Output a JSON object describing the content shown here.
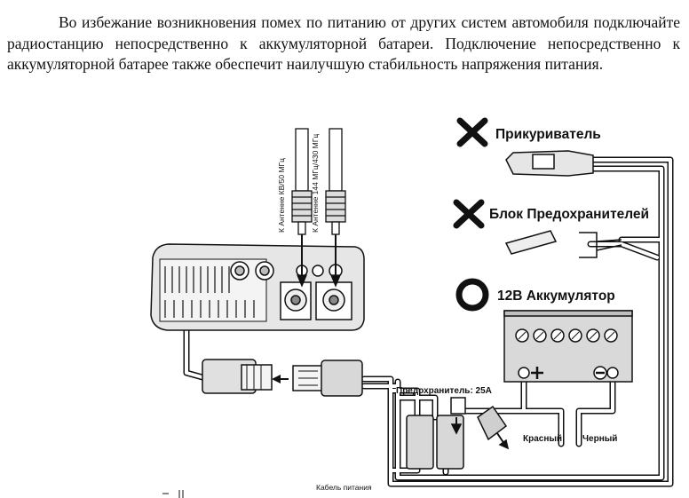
{
  "paragraph": {
    "text": "Во избежание возникновения помех по питанию от других систем автомобиля подключайте радиостанцию непосредственно к аккумуляторной батареи. Подключение непосредственно к аккумуляторной батарее также обеспечит наилучшую стабильность напряжения питания."
  },
  "diagram": {
    "antenna_hf_label": "К Антенне КВ/50 МГц",
    "antenna_vhf_label": "К Антенне 144 МГц/430 МГц",
    "options": [
      {
        "label": "Прикуриватель",
        "mark": "cross-icon"
      },
      {
        "label": "Блок Предохранителей",
        "mark": "cross-icon"
      },
      {
        "label": "12В Аккумулятор",
        "mark": "circle-icon"
      }
    ],
    "fuse_label": "Предохранитель: 25А",
    "red_wire_label": "Красный",
    "black_wire_label": "Черный",
    "cable_label": "Кабель питания"
  },
  "colors": {
    "ink": "#111111",
    "cable": "#ffffff",
    "device_fill": "#e6e6e6",
    "battery_fill": "#d9d9d9"
  }
}
